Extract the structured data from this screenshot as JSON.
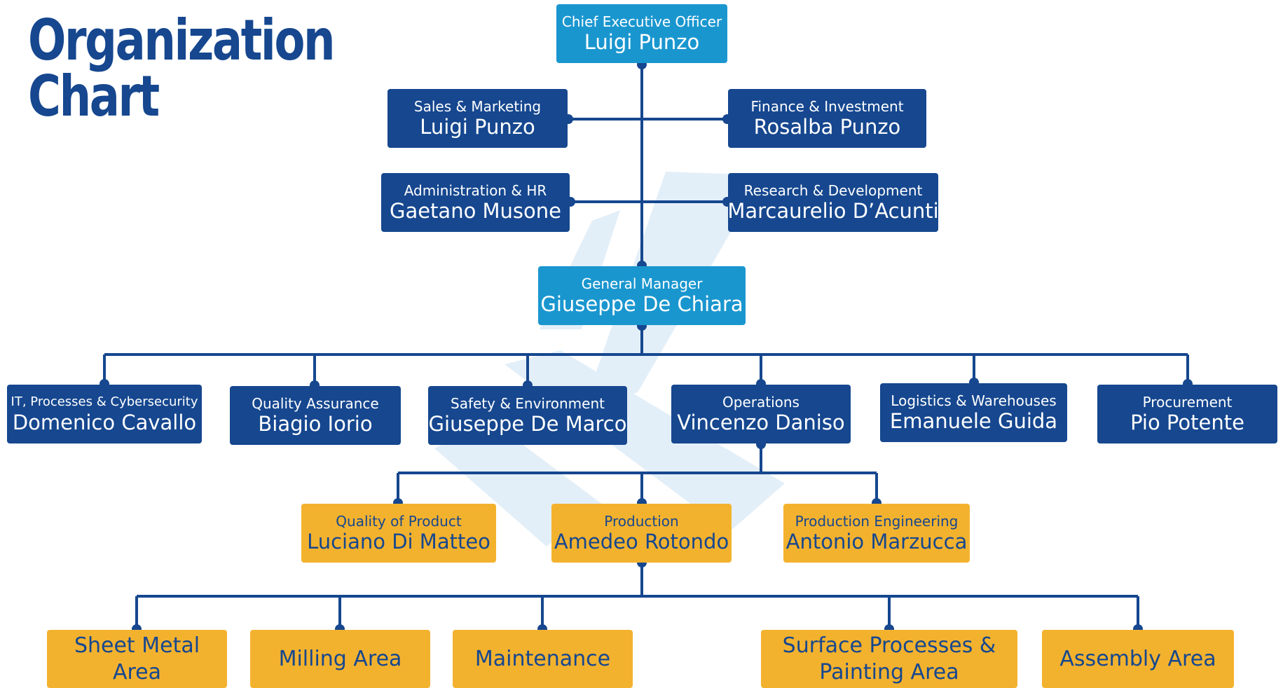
{
  "title": {
    "line1": "Organization",
    "line2": "Chart"
  },
  "colors": {
    "navy": "#16478f",
    "cyan": "#1a96cf",
    "gold": "#f3b22e",
    "line": "#16478f",
    "watermark": "#e3eff8"
  },
  "ceo": {
    "role": "Chief Executive Officer",
    "name": "Luigi Punzo"
  },
  "board": {
    "sales": {
      "role": "Sales & Marketing",
      "name": "Luigi Punzo"
    },
    "finance": {
      "role": "Finance & Investment",
      "name": "Rosalba Punzo"
    },
    "admin": {
      "role": "Administration & HR",
      "name": "Gaetano Musone"
    },
    "research": {
      "role": "Research & Development",
      "name": "Marcaurelio D’Acunti"
    }
  },
  "gm": {
    "role": "General Manager",
    "name": "Giuseppe De Chiara"
  },
  "departments": {
    "it": {
      "role": "IT, Processes & Cybersecurity",
      "name": "Domenico Cavallo"
    },
    "quality": {
      "role": "Quality Assurance",
      "name": "Biagio Iorio"
    },
    "safety": {
      "role": "Safety & Environment",
      "name": "Giuseppe De Marco"
    },
    "operations": {
      "role": "Operations",
      "name": "Vincenzo Daniso"
    },
    "logistics": {
      "role": "Logistics & Warehouses",
      "name": "Emanuele Guida"
    },
    "procurement": {
      "role": "Procurement",
      "name": "Pio Potente"
    }
  },
  "operations_units": {
    "quality_product": {
      "role": "Quality of Product",
      "name": "Luciano Di Matteo"
    },
    "production": {
      "role": "Production",
      "name": "Amedeo Rotondo"
    },
    "production_engineering": {
      "role": "Production Engineering",
      "name": "Antonio Marzucca"
    }
  },
  "production_areas": {
    "sheet_metal": "Sheet Metal Area",
    "milling": "Milling Area",
    "maintenance": "Maintenance",
    "surface_line1": "Surface Processes &",
    "surface_line2": "Painting Area",
    "assembly": "Assembly Area"
  }
}
